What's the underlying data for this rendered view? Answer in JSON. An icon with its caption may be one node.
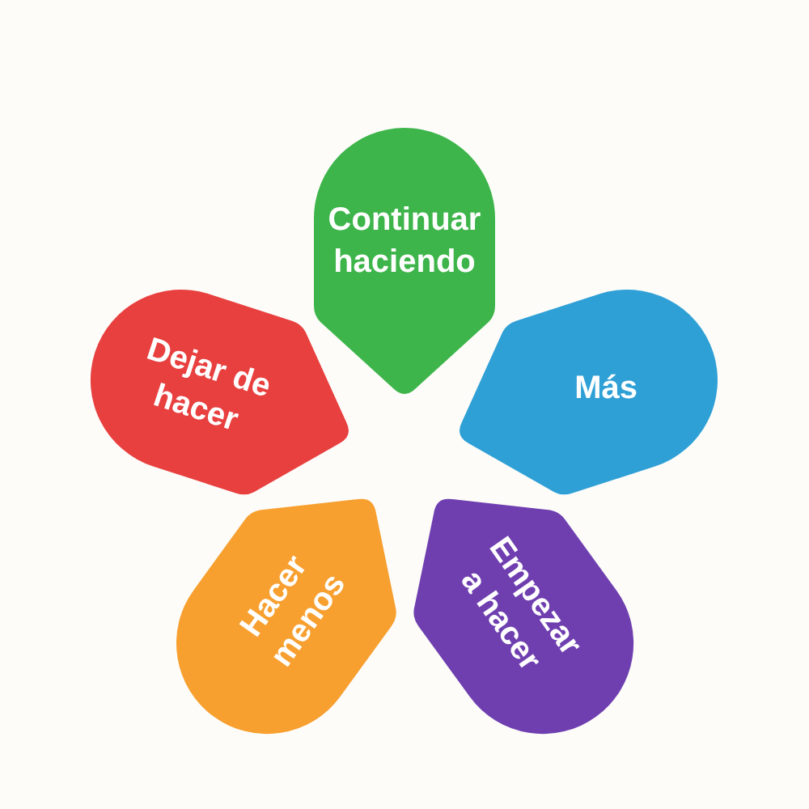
{
  "diagram": {
    "nodes": [
      {
        "text": [
          "Continuar haciendo"
        ]
      },
      {
        "text": [
          "Dejar de hacer"
        ]
      },
      {
        "text": [
          "Más"
        ]
      },
      {
        "text": [
          "Hacer menos"
        ]
      },
      {
        "text": [
          "Empezar a hacer"
        ]
      }
    ]
  }
}
